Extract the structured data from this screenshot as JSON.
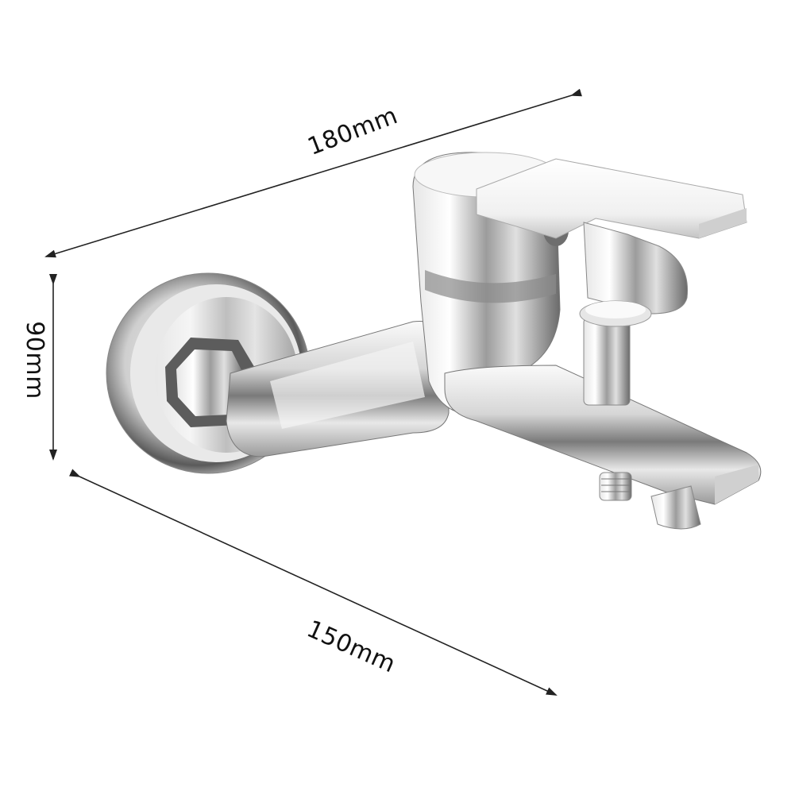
{
  "product": {
    "description": "Chrome wall-mounted bath mixer faucet with single lever handle, diverter knob and spout",
    "colors": {
      "background": "#ffffff",
      "dimension_lines": "#222222",
      "chrome_light": "#f2f2f2",
      "chrome_mid": "#b8b8b8",
      "chrome_dark": "#3a3a3a"
    }
  },
  "dimensions": {
    "width": {
      "label": "180mm",
      "value": 180,
      "unit": "mm"
    },
    "height": {
      "label": "90mm",
      "value": 90,
      "unit": "mm"
    },
    "depth": {
      "label": "150mm",
      "value": 150,
      "unit": "mm"
    }
  }
}
